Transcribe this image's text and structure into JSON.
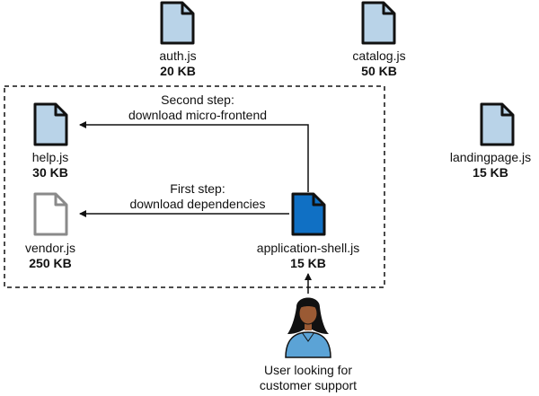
{
  "files": [
    {
      "name": "auth.js",
      "size": "20 KB",
      "style": "remote"
    },
    {
      "name": "catalog.js",
      "size": "50 KB",
      "style": "remote"
    },
    {
      "name": "help.js",
      "size": "30 KB",
      "style": "remote"
    },
    {
      "name": "landingpage.js",
      "size": "15 KB",
      "style": "remote"
    },
    {
      "name": "vendor.js",
      "size": "250 KB",
      "style": "dependency"
    },
    {
      "name": "application-shell.js",
      "size": "15 KB",
      "style": "shell"
    }
  ],
  "steps": {
    "second": {
      "line1": "Second step:",
      "line2": "download micro-frontend"
    },
    "first": {
      "line1": "First step:",
      "line2": "download dependencies"
    }
  },
  "user": {
    "line1": "User looking for",
    "line2": "customer support"
  },
  "colors": {
    "remote_fill": "#b9d3e8",
    "shell_fill": "#1070c4",
    "dependency_fill": "#ffffff",
    "dependency_stroke": "#8a8a8a",
    "outline": "#111111",
    "skin": "#9a5a34",
    "shirt": "#5ba3d6",
    "hair": "#111111"
  }
}
